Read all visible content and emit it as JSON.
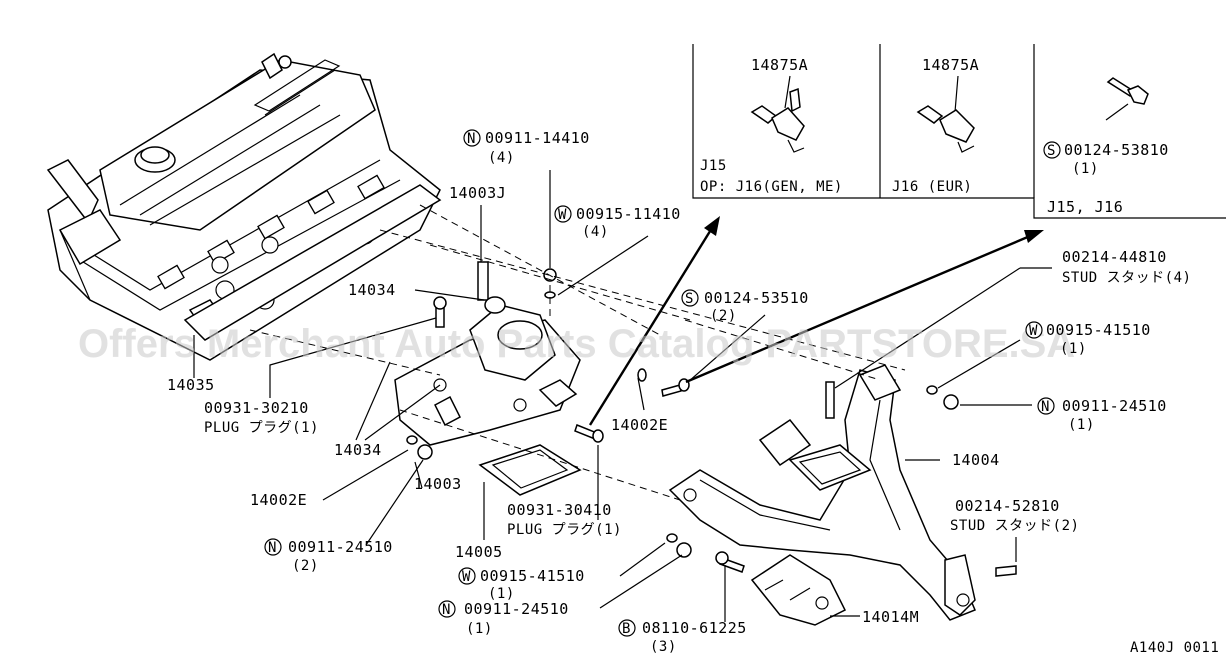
{
  "watermark": "Offers Merchant Auto Parts Catalog PARTSTORE.SA",
  "figure_code": "A140J 0011",
  "insets": [
    {
      "part": "14875A",
      "caption1": "J15",
      "caption2": "OP: J16(GEN, ME)"
    },
    {
      "part": "14875A",
      "caption1": "J16 (EUR)"
    },
    {
      "badge": "S",
      "part": "00124-53810",
      "qty": "(1)",
      "caption1": "J15, J16"
    }
  ],
  "callouts": {
    "c_00911_14410": {
      "badge": "N",
      "part": "00911-14410",
      "qty": "(4)"
    },
    "c_14003J": {
      "part": "14003J"
    },
    "c_00915_11410": {
      "badge": "W",
      "part": "00915-11410",
      "qty": "(4)"
    },
    "c_00124_53510": {
      "badge": "S",
      "part": "00124-53510",
      "qty": "(2)"
    },
    "c_00214_44810": {
      "part": "00214-44810",
      "desc": "STUD スタッド(4)"
    },
    "c_00915_41510_r": {
      "badge": "W",
      "part": "00915-41510",
      "qty": "(1)"
    },
    "c_00911_24510_r": {
      "badge": "N",
      "part": "00911-24510",
      "qty": "(1)"
    },
    "c_14034_top": {
      "part": "14034"
    },
    "c_14035": {
      "part": "14035"
    },
    "c_00931_30210": {
      "part": "00931-30210",
      "desc": "PLUG プラグ(1)"
    },
    "c_14034_bot": {
      "part": "14034"
    },
    "c_14002E_mid": {
      "part": "14002E"
    },
    "c_14004": {
      "part": "14004"
    },
    "c_00214_52810": {
      "part": "00214-52810",
      "desc": "STUD スタッド(2)"
    },
    "c_14002E_left": {
      "part": "14002E"
    },
    "c_14003": {
      "part": "14003"
    },
    "c_00931_30410": {
      "part": "00931-30410",
      "desc": "PLUG プラグ(1)"
    },
    "c_14005": {
      "part": "14005"
    },
    "c_00911_24510_l": {
      "badge": "N",
      "part": "00911-24510",
      "qty": "(2)"
    },
    "c_00915_41510_b": {
      "badge": "W",
      "part": "00915-41510",
      "qty": "(1)"
    },
    "c_00911_24510_b": {
      "badge": "N",
      "part": "00911-24510",
      "qty": "(1)"
    },
    "c_08110_61225": {
      "badge": "B",
      "part": "08110-61225",
      "qty": "(3)"
    },
    "c_14014M": {
      "part": "14014M"
    }
  }
}
